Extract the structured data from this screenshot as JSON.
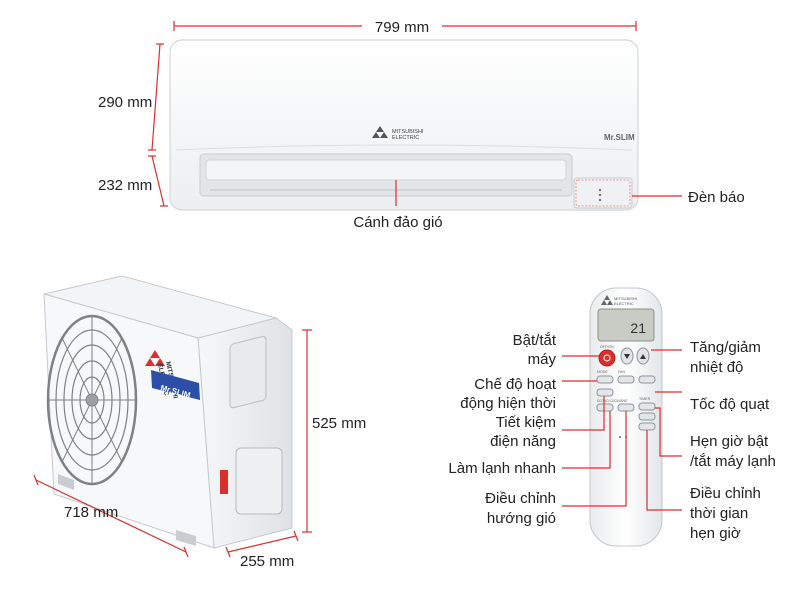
{
  "accent_color": "#d9302c",
  "indoor": {
    "width_label": "799 mm",
    "height_label": "290 mm",
    "depth_label": "232 mm",
    "indicator_label": "Đèn báo",
    "flap_label": "Cánh đảo gió",
    "brand_line1": "MITSUBISHI",
    "brand_line2": "ELECTRIC",
    "model_text": "Mr.SLIM"
  },
  "outdoor": {
    "height_label": "525 mm",
    "width_label": "718 mm",
    "depth_label": "255 mm",
    "brand_line1": "MITSUBISHI",
    "brand_line2": "ELECTRIC",
    "model_text": "Mr.SLIM"
  },
  "remote": {
    "brand_line1": "MITSUBISHI",
    "brand_line2": "ELECTRIC",
    "display_temp": "21",
    "left_labels": {
      "power": [
        "Bật/tắt",
        "máy"
      ],
      "mode": [
        "Chế độ hoạt",
        "động hiện thời"
      ],
      "eco": [
        "Tiết kiệm",
        "điện năng"
      ],
      "econo_cool": [
        "Làm lạnh nhanh"
      ],
      "vane": [
        "Điều chỉnh",
        "hướng gió"
      ]
    },
    "right_labels": {
      "temp": [
        "Tăng/giảm",
        "nhiệt độ"
      ],
      "fan": [
        "Tốc độ quạt"
      ],
      "timer": [
        "Hẹn giờ bật",
        "/tắt máy lạnh"
      ],
      "timer_adjust": [
        "Điều chỉnh",
        "thời gian",
        "hẹn giờ"
      ]
    },
    "button_labels": [
      "OFF/ON",
      "MODE",
      "FAN",
      "ECONO COOL",
      "VANE",
      "TIMER"
    ]
  }
}
